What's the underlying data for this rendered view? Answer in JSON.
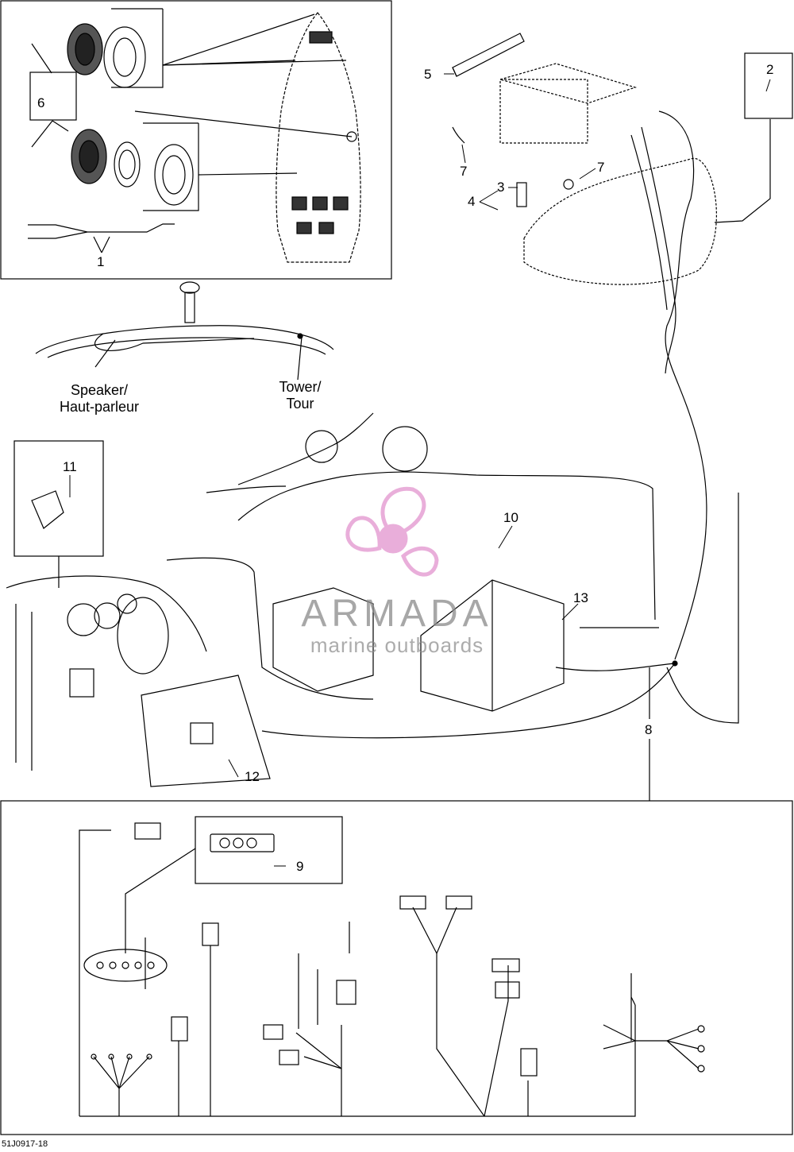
{
  "callouts": [
    {
      "id": "1",
      "text": "1"
    },
    {
      "id": "2",
      "text": "2"
    },
    {
      "id": "3",
      "text": "3"
    },
    {
      "id": "4",
      "text": "4"
    },
    {
      "id": "5",
      "text": "5"
    },
    {
      "id": "6",
      "text": "6"
    },
    {
      "id": "7a",
      "text": "7"
    },
    {
      "id": "7b",
      "text": "7"
    },
    {
      "id": "8",
      "text": "8"
    },
    {
      "id": "9",
      "text": "9"
    },
    {
      "id": "10",
      "text": "10"
    },
    {
      "id": "11",
      "text": "11"
    },
    {
      "id": "12",
      "text": "12"
    },
    {
      "id": "13",
      "text": "13"
    }
  ],
  "labels": {
    "speaker_line1": "Speaker/",
    "speaker_line2": "Haut-parleur",
    "tower_line1": "Tower/",
    "tower_line2": "Tour"
  },
  "watermark": {
    "brand": "ARMADA",
    "sub": "marine outboards",
    "color": "#e7a6d6"
  },
  "figure_id": "51J0917-18",
  "colors": {
    "line": "#000000",
    "watermark_pink": "#e7a6d6"
  }
}
